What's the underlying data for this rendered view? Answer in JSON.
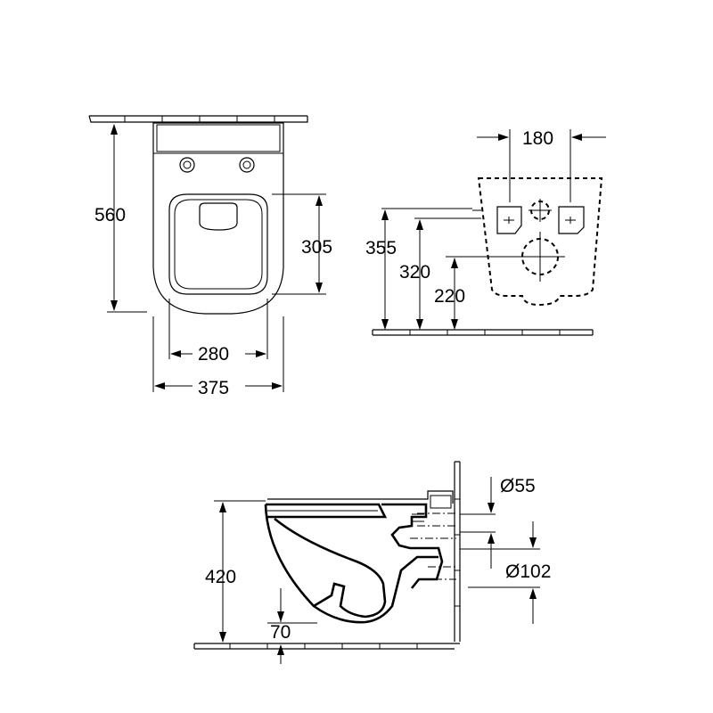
{
  "top_view": {
    "overall_depth": "560",
    "seat_depth": "305",
    "inner_width": "280",
    "overall_width": "375"
  },
  "rear_view": {
    "fixing_spacing": "180",
    "waste_height": "355",
    "supply_height": "320",
    "lower_height": "220"
  },
  "side_view": {
    "height": "420",
    "supply_diameter": "Ø55",
    "waste_diameter": "Ø102",
    "floor_clearance": "70"
  }
}
